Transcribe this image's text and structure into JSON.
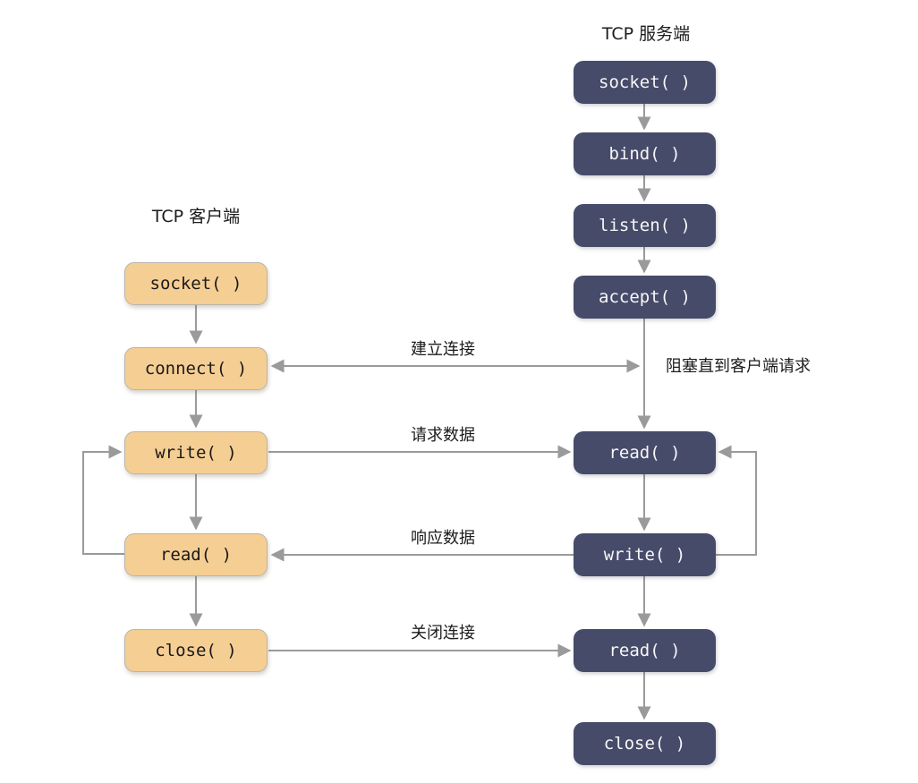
{
  "diagram": {
    "client": {
      "title": "TCP 客户端",
      "boxes": [
        {
          "label": "socket( )"
        },
        {
          "label": "connect( )"
        },
        {
          "label": "write( )"
        },
        {
          "label": "read( )"
        },
        {
          "label": "close( )"
        }
      ]
    },
    "server": {
      "title": "TCP 服务端",
      "boxes": [
        {
          "label": "socket( )"
        },
        {
          "label": "bind( )"
        },
        {
          "label": "listen( )"
        },
        {
          "label": "accept( )"
        },
        {
          "label": "read( )"
        },
        {
          "label": "write( )"
        },
        {
          "label": "read( )"
        },
        {
          "label": "close( )"
        }
      ]
    },
    "labels": {
      "establish": "建立连接",
      "request": "请求数据",
      "response": "响应数据",
      "close": "关闭连接",
      "blocking": "阻塞直到客户端请求"
    },
    "colors": {
      "server_box": "#464B69",
      "client_box": "#F5CE93",
      "arrow_color": "#9A9A9A",
      "server_text": "#F7F7F9",
      "client_text": "#1A1A1A",
      "label_text": "#1C1C1C"
    }
  }
}
